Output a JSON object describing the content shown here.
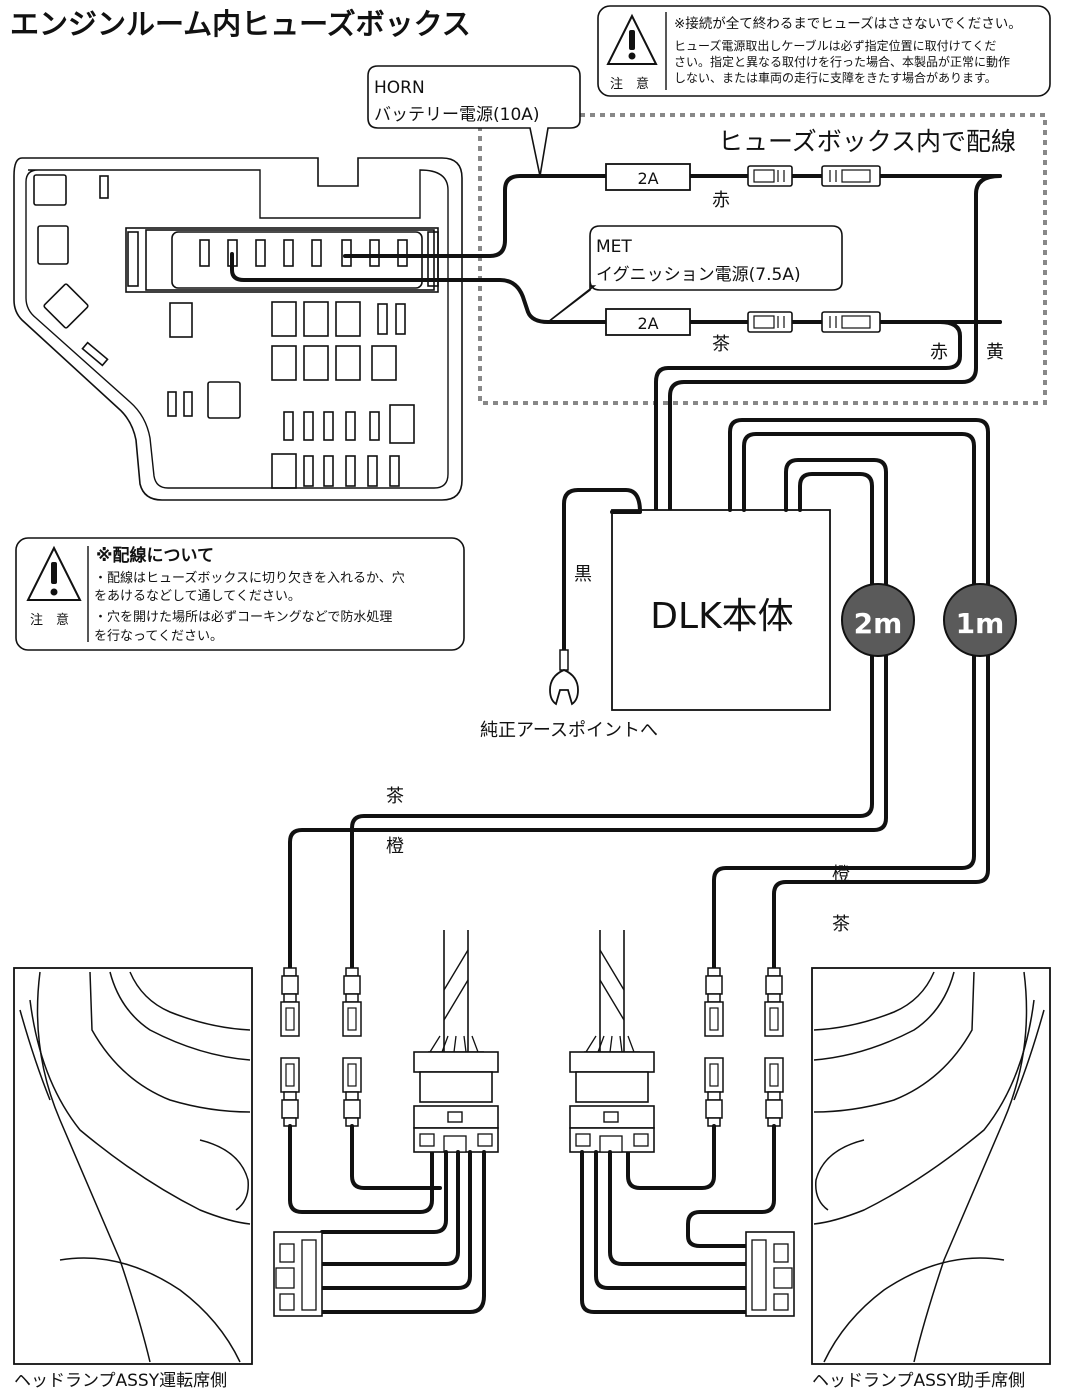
{
  "title": "エンジンルーム内ヒューズボックス",
  "caution_top": {
    "icon": "warning-triangle-icon",
    "label": "注　意",
    "line1": "※接続が全て終わるまでヒューズはささないでください。",
    "line2": "ヒューズ電源取出しケーブルは必ず指定位置に取付けてくだ",
    "line3": "さい。指定と異なる取付けを行った場合、本製品が正常に動作",
    "line4": "しない、または車両の走行に支障をきたす場合があります。"
  },
  "fusebox_wiring_label": "ヒューズボックス内で配線",
  "callouts": {
    "horn_title": "HORN",
    "horn_sub": "バッテリー電源(10A)",
    "met_title": "MET",
    "met_sub": "イグニッション電源(7.5A)"
  },
  "fuses": {
    "upper": "2A",
    "lower": "2A"
  },
  "wire_colors": {
    "upper_red": "赤",
    "lower_brown": "茶",
    "lower_red": "赤",
    "yellow": "黄",
    "black": "黒",
    "left_brown": "茶",
    "left_orange": "橙",
    "right_orange": "橙",
    "right_brown": "茶"
  },
  "unit_label": "DLK本体",
  "cable_badges": {
    "left": "2m",
    "right": "1m"
  },
  "ground_label": "純正アースポイントへ",
  "caution_wiring": {
    "icon": "warning-triangle-icon",
    "label": "注　意",
    "title": "※配線について",
    "line1": "・配線はヒューズボックスに切り欠きを入れるか、穴",
    "line2": "をあけるなどして通してください。",
    "line3": "・穴を開けた場所は必ずコーキングなどで防水処理",
    "line4": "を行なってください。"
  },
  "headlamp_labels": {
    "driver": "ヘッドランプASSY運転席側",
    "passenger": "ヘッドランプASSY助手席側"
  }
}
